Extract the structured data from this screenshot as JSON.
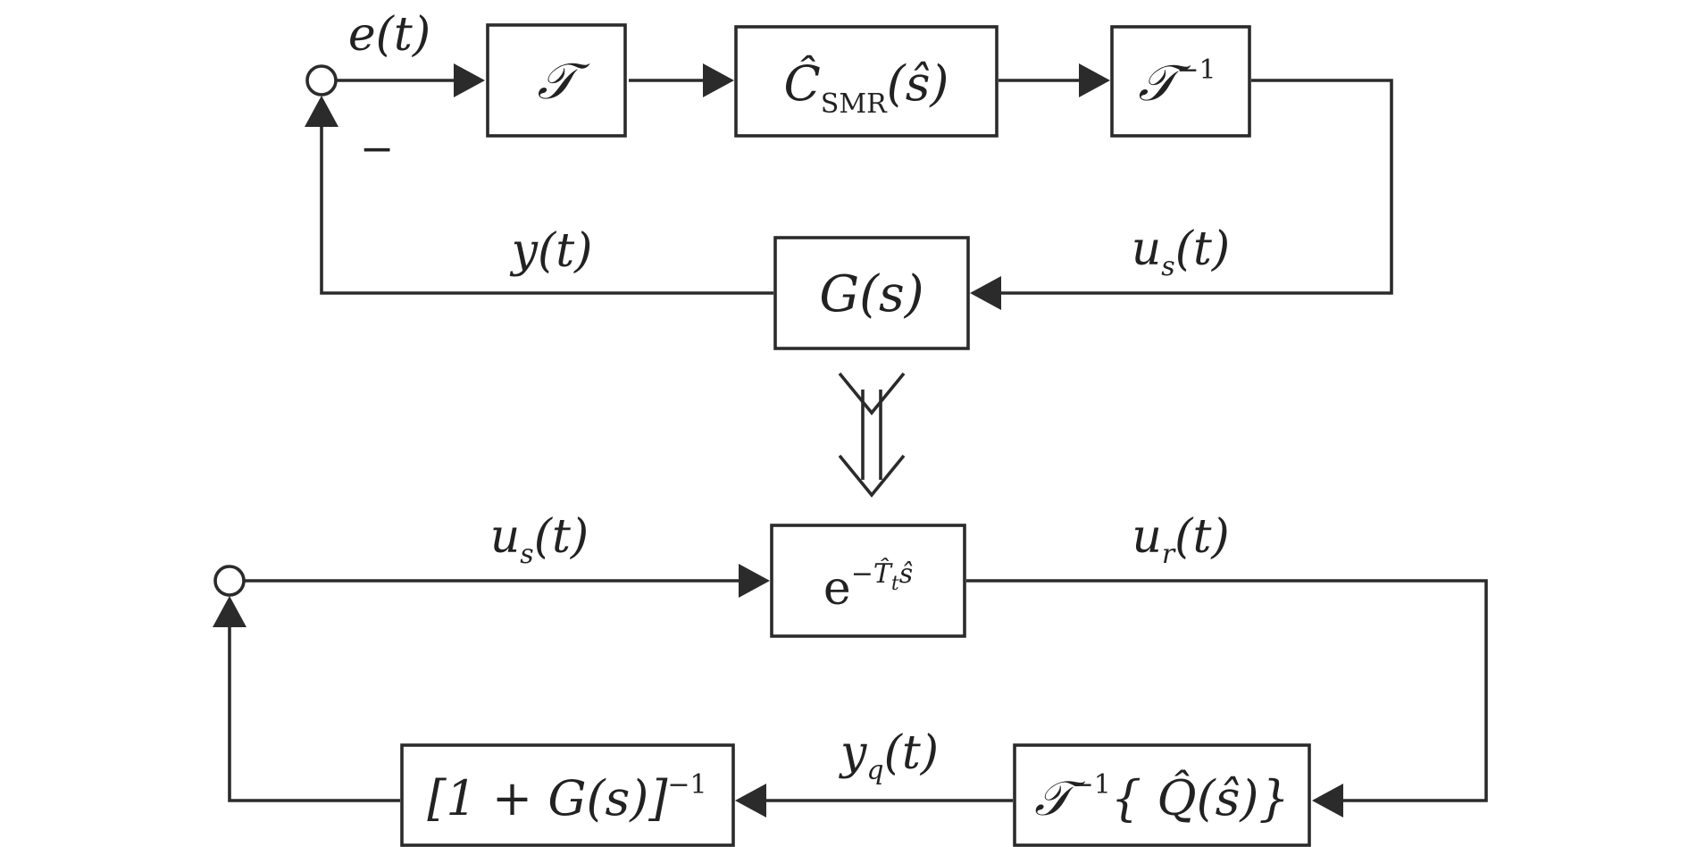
{
  "top_loop": {
    "blocks": {
      "transform": {
        "base": "𝒯"
      },
      "controller": {
        "base": "Ĉ",
        "subscript": "SMR",
        "argument": "(ŝ)"
      },
      "inverse_transform": {
        "base": "𝒯",
        "superscript": "−1"
      },
      "plant": {
        "text": "G(s)"
      }
    },
    "signals": {
      "error": "e(t)",
      "output": "y(t)",
      "control": {
        "base": "u",
        "subscript": "s",
        "argument": "(t)"
      },
      "feedback_sign": "−"
    }
  },
  "equivalence": {
    "symbol": "double-arrow-icon"
  },
  "bottom_loop": {
    "blocks": {
      "delay": {
        "base": "e",
        "superscript": "−T̂",
        "superscript_sub": "t",
        "superscript_tail": "ŝ"
      },
      "q_block": {
        "prefix": "𝒯",
        "superscript": "−1",
        "body": "{ Q̂(ŝ)}"
      },
      "sensitivity": {
        "body": "[1 + G(s)]",
        "superscript": "−1"
      }
    },
    "signals": {
      "input": {
        "base": "u",
        "subscript": "s",
        "argument": "(t)"
      },
      "delayed": {
        "base": "u",
        "subscript": "r",
        "argument": "(t)"
      },
      "q_output": {
        "base": "y",
        "subscript": "q",
        "argument": "(t)"
      }
    }
  },
  "colors": {
    "stroke": "#2b2b2b",
    "text": "#222222",
    "background": "#ffffff"
  }
}
